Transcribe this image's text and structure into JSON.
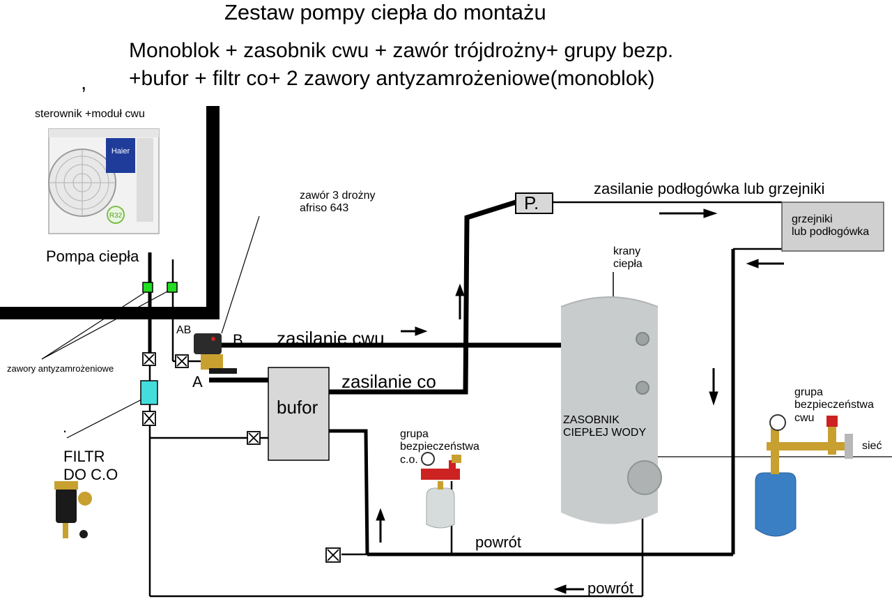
{
  "title": "Zestaw pompy ciepła  do montażu",
  "subtitle_line1": "Monoblok  + zasobnik cwu  + zawór trójdrożny+ grupy bezp.",
  "subtitle_line2": "+bufor + filtr co+ 2 zawory antyzamrożeniowe(monoblok)",
  "comma": ",",
  "controller_label": "sterownik +moduł cwu",
  "heat_pump_label": "Pompa ciepła",
  "heat_pump_brand": "Haier",
  "heat_pump_badge": "R32",
  "valve3_label": "zawór 3 drożny\nafriso 643",
  "port_ab": "AB",
  "port_a": "A",
  "port_b": "B",
  "antifreeze_label": "zawory antyzamrożeniowe",
  "dot": ".",
  "filter_label": "FILTR\nDO C.O",
  "buffer_label": "bufor",
  "supply_dhw": "zasilanie cwu",
  "supply_co": "zasilanie co",
  "pump_label": "P.",
  "supply_floor": "zasilanie podłogówka lub grzejniki",
  "radiators_label": "grzejniki\nlub podłogówka",
  "taps_label": "krany\nciepła",
  "tank_label": "ZASOBNIK\nCIEPŁEJ WODY",
  "safety_co_label": "grupa\nbezpieczeństwa\nc.o.",
  "safety_dhw_label": "grupa\nbezpieczeństwa\ncwu",
  "mains_label": "sieć",
  "return_label_1": "powrót",
  "return_label_2": "powrót",
  "colors": {
    "pipe": "#000000",
    "antifreeze_valve": "#22dd22",
    "filter": "#44dddd",
    "box_fill": "#d8d8d8",
    "tank": "#c9cccd",
    "vessel_co": "#d6dcdc",
    "vessel_dhw": "#3a7fc4",
    "safety_group": "#cc2222",
    "brass": "#c8a030"
  }
}
